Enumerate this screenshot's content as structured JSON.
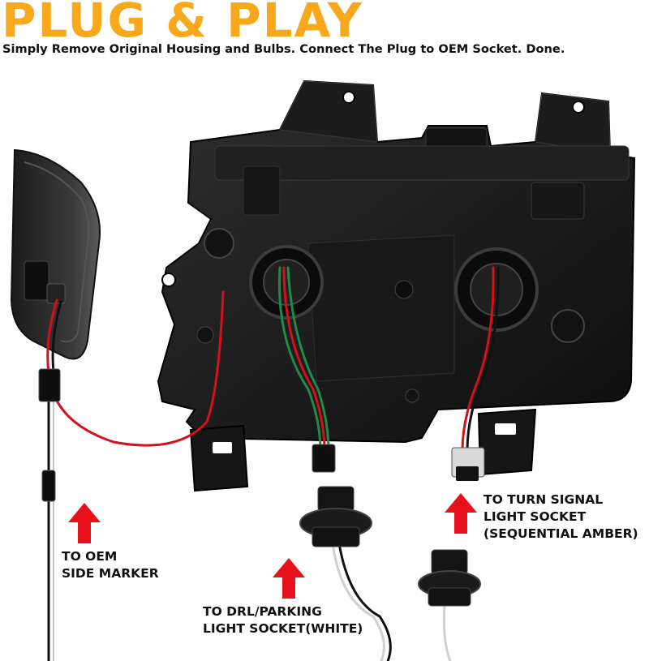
{
  "colors": {
    "headline": "#f7a81b",
    "arrow": "#e8101b",
    "housing": "#1a1a1a",
    "wire_red": "#d4101a",
    "wire_green": "#1f8a4a"
  },
  "header": {
    "title": "PLUG & PLAY",
    "subtitle": "Simply Remove Original Housing and Bulbs. Connect The Plug to OEM Socket. Done."
  },
  "callouts": {
    "side_marker": {
      "line1": "TO OEM",
      "line2": "SIDE MARKER",
      "icon": "arrow-up-icon"
    },
    "drl": {
      "line1": "TO DRL/PARKING",
      "line2": "LIGHT SOCKET(WHITE)",
      "icon": "arrow-up-icon"
    },
    "turn": {
      "line1": "TO TURN SIGNAL",
      "line2": "LIGHT SOCKET",
      "line3": "(SEQUENTIAL AMBER)",
      "icon": "arrow-up-icon"
    }
  }
}
